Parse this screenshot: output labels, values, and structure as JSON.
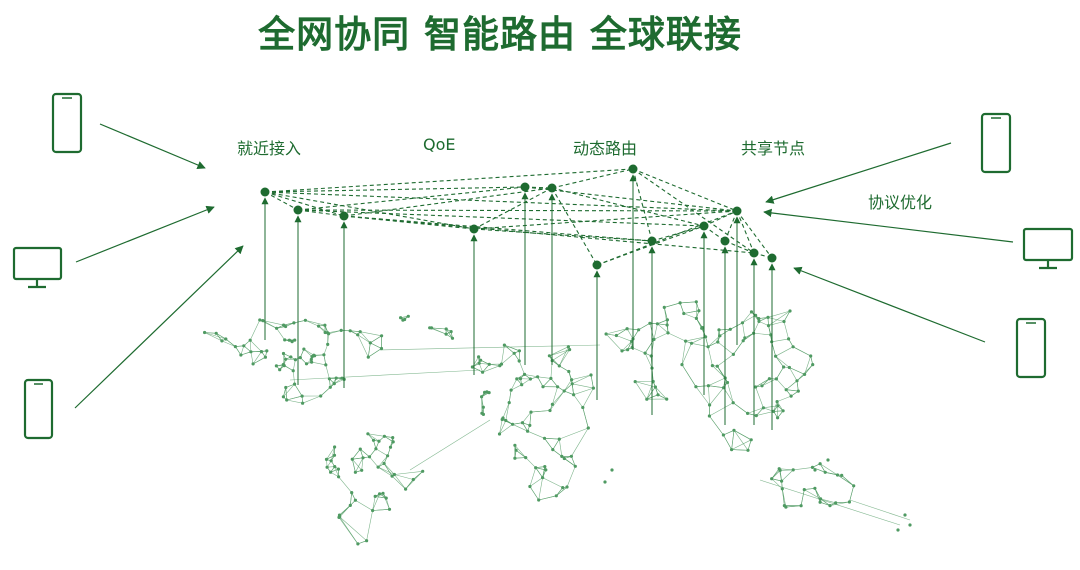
{
  "title": "全网协同 智能路由 全球联接",
  "labels": {
    "nearby_access": "就近接入",
    "qoe": "QoE",
    "dynamic_routing": "动态路由",
    "shared_nodes": "共享节点",
    "protocol_optimization": "协议优化"
  },
  "colors": {
    "primary_green": "#1e6b30",
    "map_green": "#4f9a62"
  },
  "devices": {
    "left": [
      "smartphone-icon",
      "monitor-icon",
      "smartphone-icon"
    ],
    "right": [
      "smartphone-icon",
      "monitor-icon",
      "smartphone-icon"
    ]
  }
}
